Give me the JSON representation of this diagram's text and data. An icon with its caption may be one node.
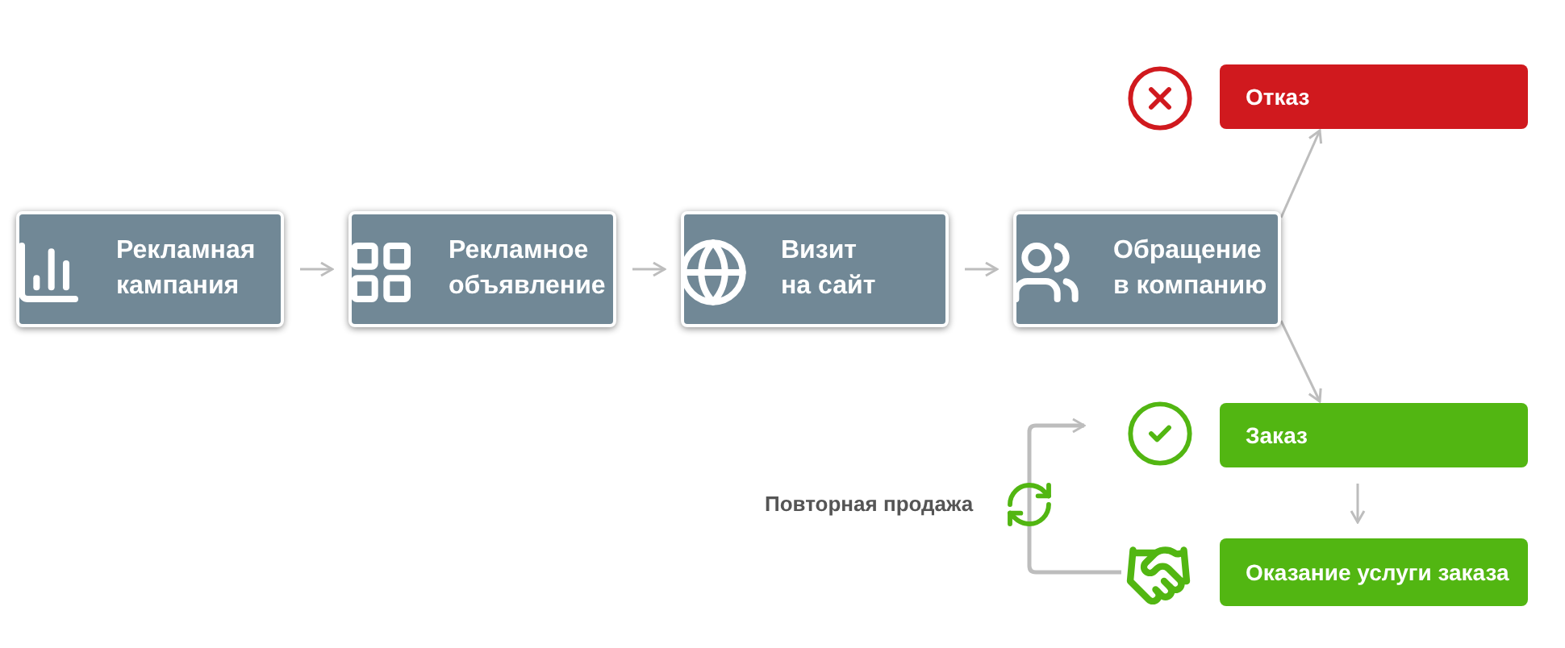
{
  "diagram": {
    "nodes": [
      {
        "text": [
          "Рекламная кампания"
        ]
      },
      {
        "text": [
          "Рекламное объявление"
        ]
      },
      {
        "text": [
          "Визит на сайт"
        ]
      },
      {
        "text": [
          "Обращение в компанию"
        ]
      },
      {
        "text": [
          "Отказ"
        ]
      },
      {
        "text": [
          "Заказ"
        ]
      },
      {
        "text": [
          "Оказание услуги заказа"
        ]
      }
    ],
    "edges": [
      {
        "from": 0,
        "to": 1,
        "arrow": "to"
      },
      {
        "from": 1,
        "to": 2,
        "arrow": "to"
      },
      {
        "from": 2,
        "to": 3,
        "arrow": "to"
      },
      {
        "from": 3,
        "to": 4,
        "arrow": "to"
      },
      {
        "from": 3,
        "to": 5,
        "arrow": "to"
      },
      {
        "from": 5,
        "to": 6,
        "arrow": "to"
      },
      {
        "from": 6,
        "to": 5,
        "arrow": "to"
      }
    ],
    "labels": [
      "Повторная продажа"
    ]
  }
}
